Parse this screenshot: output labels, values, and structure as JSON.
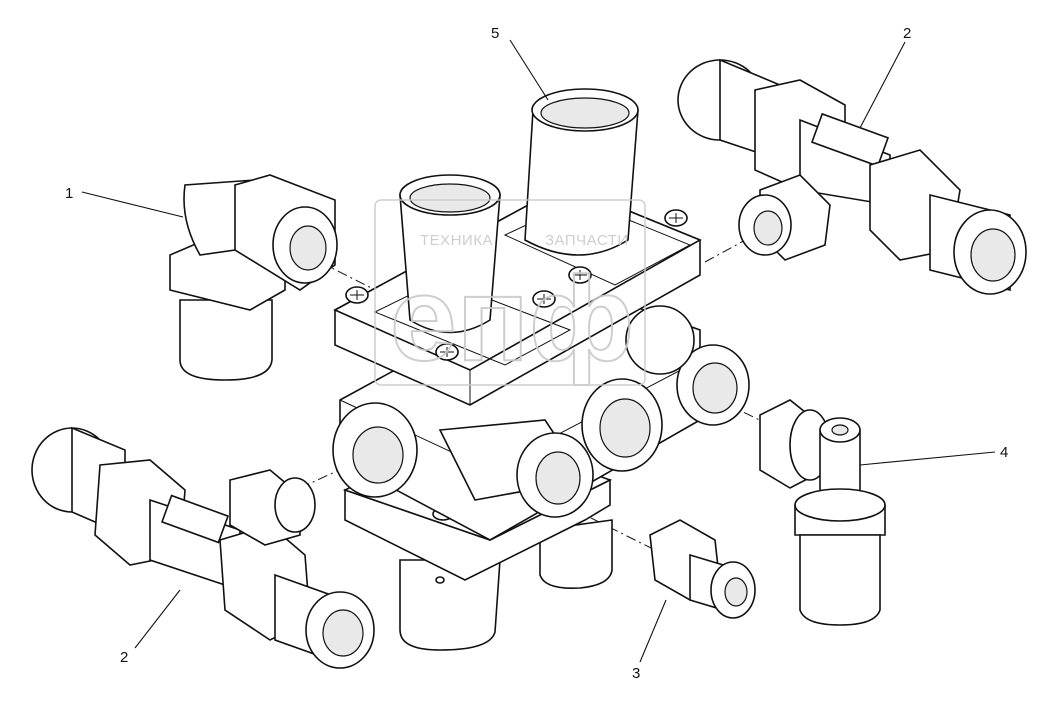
{
  "watermark": {
    "logo_text": "епф",
    "left_text": "ТЕХНИКА",
    "right_text": "ЗАПЧАСТИ",
    "color": "#c9c9c9"
  },
  "callouts": [
    {
      "id": "1",
      "label": "1"
    },
    {
      "id": "2a",
      "label": "2"
    },
    {
      "id": "2b",
      "label": "2"
    },
    {
      "id": "3",
      "label": "3"
    },
    {
      "id": "4",
      "label": "4"
    },
    {
      "id": "5",
      "label": "5"
    }
  ],
  "colors": {
    "line": "#111111",
    "fill": "#ffffff",
    "shade": "#e9e9e9"
  }
}
